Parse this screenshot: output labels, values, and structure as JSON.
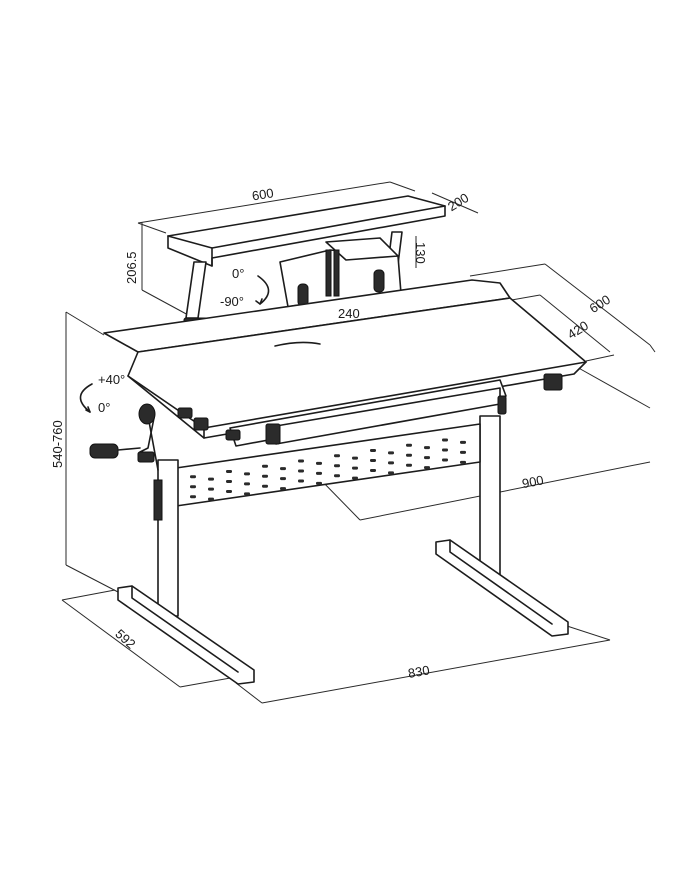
{
  "dimensions": {
    "shelf_width": "600",
    "shelf_depth": "200",
    "shelf_height": "206.5",
    "shelf_riser": "130",
    "book_holder_width": "240",
    "desk_depth_total": "600",
    "desk_depth_top": "420",
    "desk_width": "900",
    "height_range": "540-760",
    "base_depth": "592",
    "base_width": "830"
  },
  "angles": {
    "holder_up": "0°",
    "holder_down": "-90°",
    "tilt_up": "+40°",
    "tilt_flat": "0°"
  },
  "colors": {
    "line": "#1c1c1c",
    "background": "#ffffff"
  }
}
